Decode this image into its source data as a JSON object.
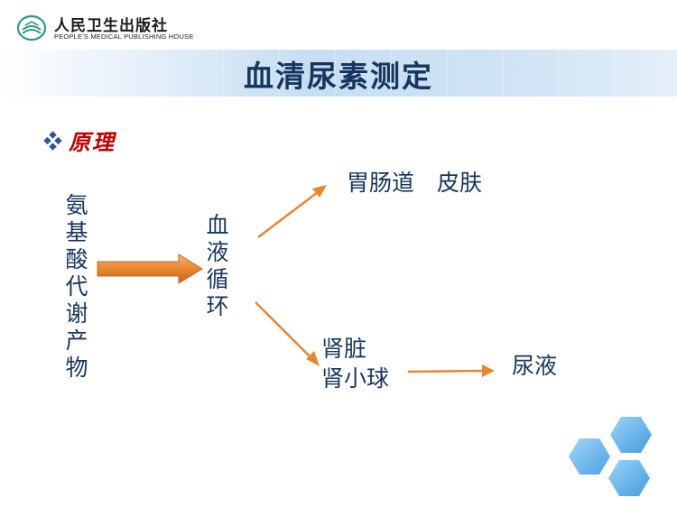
{
  "publisher": {
    "name_cn": "人民卫生出版社",
    "name_en": "PEOPLE'S MEDICAL PUBLISHING HOUSE"
  },
  "slide": {
    "title": "血清尿素测定",
    "bullet": "原理"
  },
  "diagram": {
    "source": "氨基酸代谢产物",
    "circulation": "血液循环",
    "upper_target": "胃肠道　皮肤",
    "kidney_line1": "肾脏",
    "kidney_line2": "肾小球",
    "final_target": "尿液"
  },
  "colors": {
    "title_text": "#17365d",
    "bullet_text": "#c00000",
    "arrow_fill": "#e8862f",
    "hexagon": "#4fa8e8"
  }
}
